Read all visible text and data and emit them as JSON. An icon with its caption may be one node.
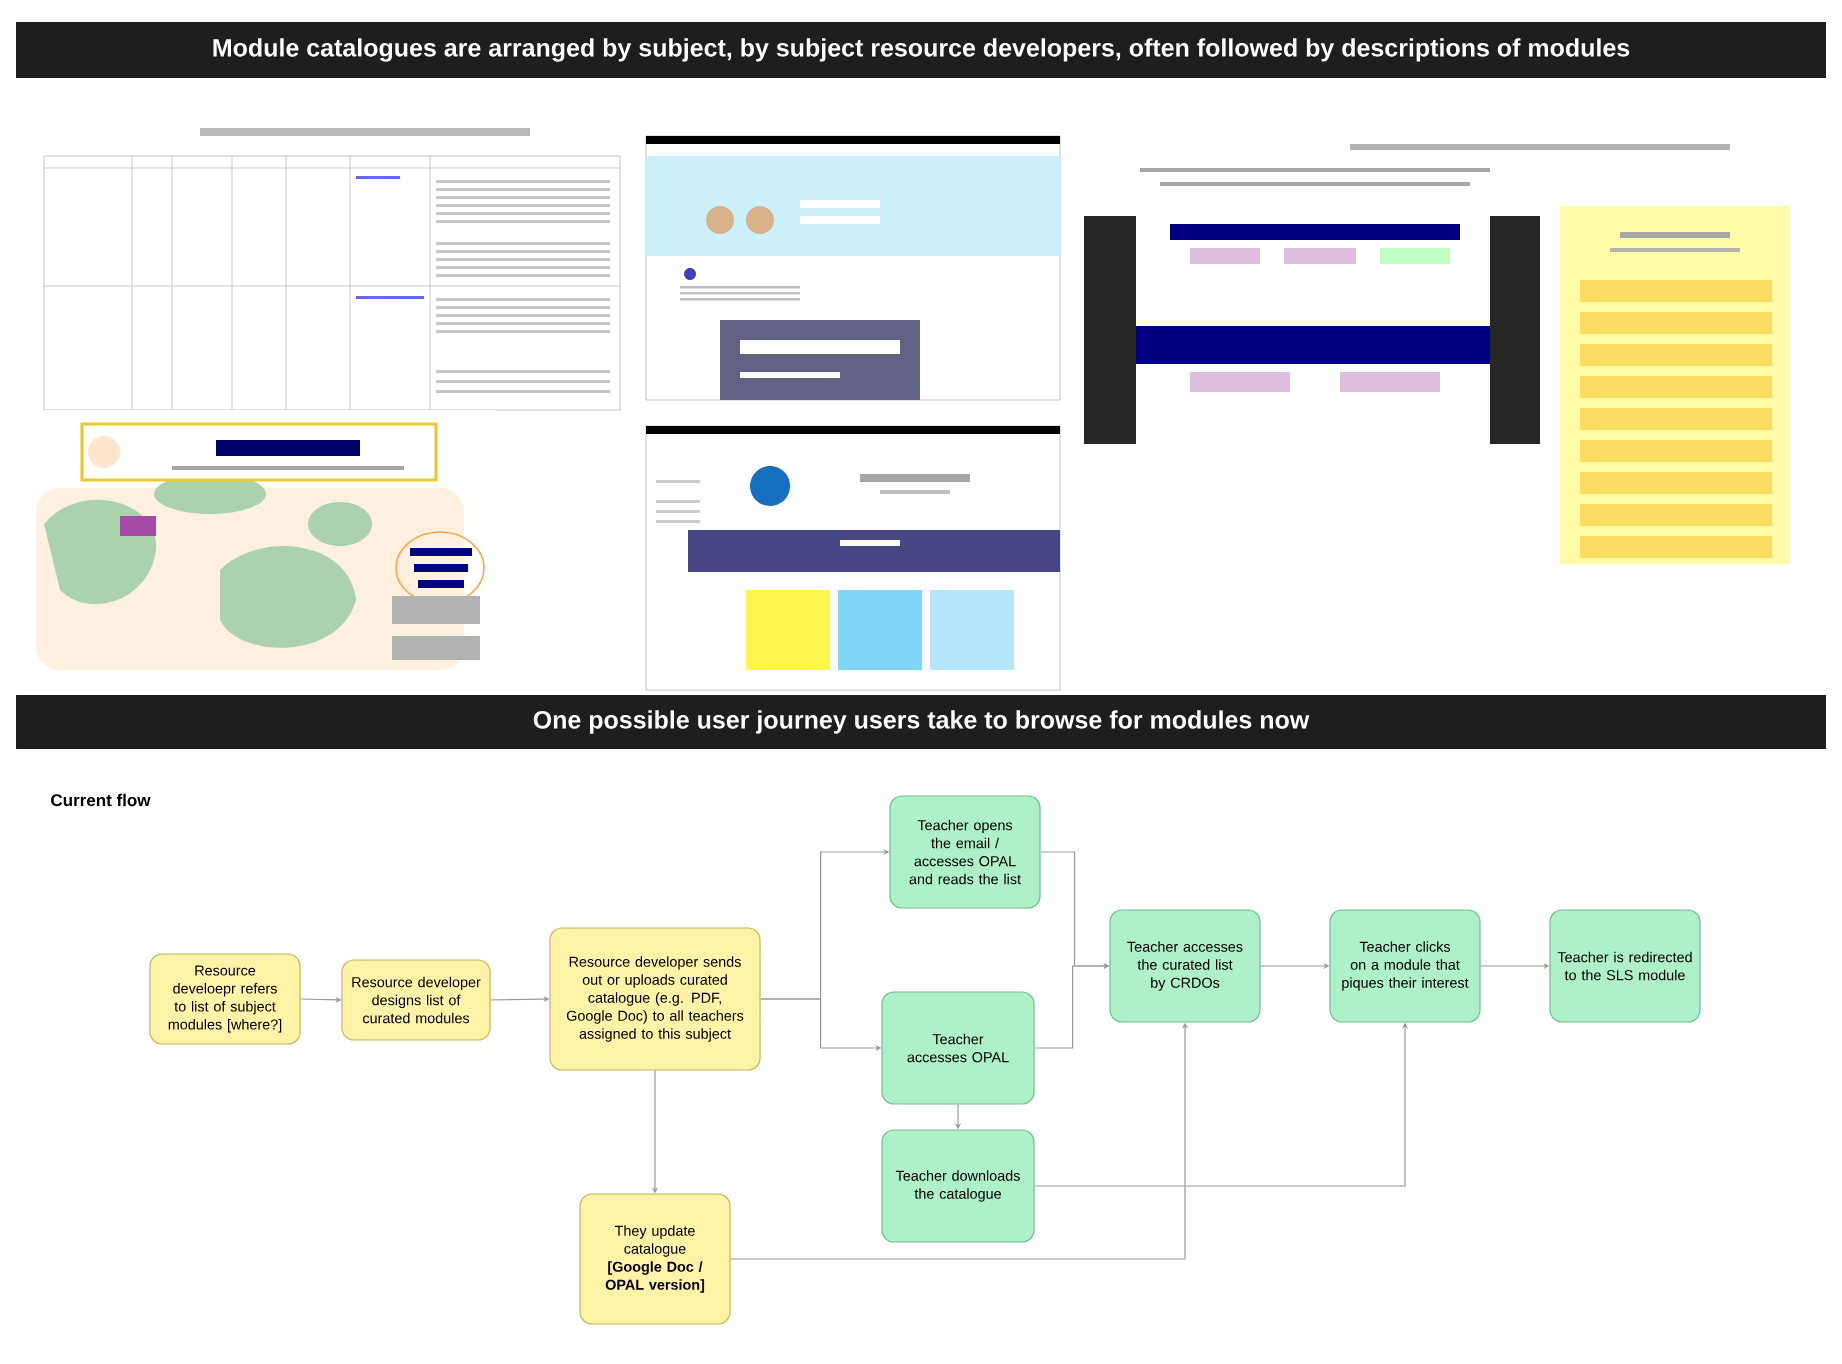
{
  "diagram": {
    "title": "Module catalogues are arranged by subject, by subject resource developers, often followed by descriptions of modules",
    "nodes": [
      {
        "text": [
          "Resource develoepr refers to list of subject modules [where?]"
        ]
      },
      {
        "text": [
          "Resource developer designs list of curated modules"
        ]
      },
      {
        "text": [
          "Resource developer sends out or uploads curated catalogue (e.g. PDF, Google Doc) to all teachers assigned to this subject"
        ]
      },
      {
        "text": [
          "They update catalogue **[Google Doc / OPAL version]**"
        ]
      },
      {
        "text": [
          "Teacher opens the email / accesses OPAL and reads the list"
        ]
      },
      {
        "text": [
          "Teacher accesses OPAL"
        ]
      },
      {
        "text": [
          "Teacher downloads the catalogue"
        ]
      },
      {
        "text": [
          "Teacher accesses the curated list by CRDOs"
        ]
      },
      {
        "text": [
          "Teacher clicks on a module that piques their interest"
        ]
      },
      {
        "text": [
          "Teacher is redirected to the SLS module"
        ]
      }
    ],
    "edges": [
      {
        "from": 0,
        "to": 1,
        "arrow": "to"
      },
      {
        "from": 1,
        "to": 2,
        "arrow": "to"
      },
      {
        "from": 2,
        "to": 4,
        "arrow": "to"
      },
      {
        "from": 2,
        "to": 5,
        "arrow": "to"
      },
      {
        "from": 2,
        "to": 3,
        "arrow": "to"
      },
      {
        "from": 5,
        "to": 6,
        "arrow": "to"
      },
      {
        "from": 4,
        "to": 7,
        "arrow": "to"
      },
      {
        "from": 5,
        "to": 7,
        "arrow": "to"
      },
      {
        "from": 3,
        "to": 7,
        "arrow": "to"
      },
      {
        "from": 6,
        "to": 8,
        "arrow": "to"
      },
      {
        "from": 7,
        "to": 8,
        "arrow": "to"
      },
      {
        "from": 8,
        "to": 9,
        "arrow": "to"
      }
    ],
    "labels": [
      "One possible user journey users take to browse for modules now",
      "Current flow"
    ]
  }
}
